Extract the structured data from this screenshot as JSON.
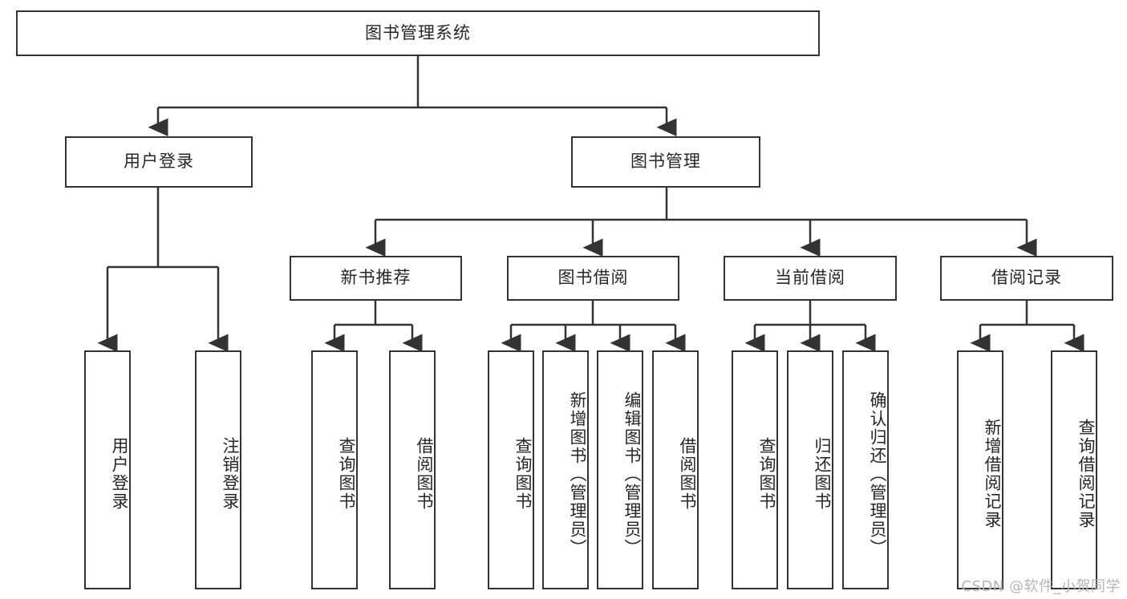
{
  "diagram": {
    "type": "tree",
    "title": "图书管理系统",
    "root": {
      "label": "图书管理系统"
    },
    "level2": [
      {
        "label": "用户登录"
      },
      {
        "label": "图书管理"
      }
    ],
    "level3": [
      {
        "label": "新书推荐"
      },
      {
        "label": "图书借阅"
      },
      {
        "label": "当前借阅"
      },
      {
        "label": "借阅记录"
      }
    ],
    "leaves": {
      "user_login": [
        {
          "label": "用户登录"
        },
        {
          "label": "注销登录"
        }
      ],
      "new_book": [
        {
          "label": "查询图书"
        },
        {
          "label": "借阅图书"
        }
      ],
      "book_borrow": [
        {
          "label": "查询图书"
        },
        {
          "label": "新增图书（管理员）"
        },
        {
          "label": "编辑图书（管理员）"
        },
        {
          "label": "借阅图书"
        }
      ],
      "current_borrow": [
        {
          "label": "查询图书"
        },
        {
          "label": "归还图书"
        },
        {
          "label": "确认归还（管理员）"
        }
      ],
      "borrow_record": [
        {
          "label": "新增借阅记录"
        },
        {
          "label": "查询借阅记录"
        }
      ]
    }
  },
  "watermark": {
    "text": "CSDN @软件_小贺同学"
  },
  "colors": {
    "stroke": "#333333",
    "text": "#262626",
    "background": "#ffffff",
    "watermark": "#b6b6b6"
  }
}
